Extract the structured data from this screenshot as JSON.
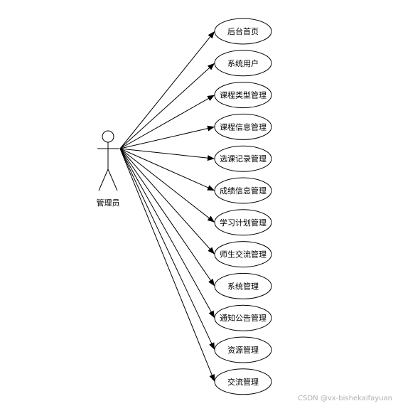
{
  "diagram": {
    "actor": {
      "label": "管理员",
      "icon": "stick-figure-icon"
    },
    "use_cases": [
      "后台首页",
      "系统用户",
      "课程类型管理",
      "课程信息管理",
      "选课记录管理",
      "成绩信息管理",
      "学习计划管理",
      "师生交流管理",
      "系统管理",
      "通知公告管理",
      "资源管理",
      "交流管理"
    ],
    "connector": "arrow-icon"
  },
  "watermark": "CSDN @vx-bishekaifayuan",
  "colors": {
    "stroke": "#000000",
    "background": "#ffffff",
    "watermark": "#b0b0b0"
  }
}
